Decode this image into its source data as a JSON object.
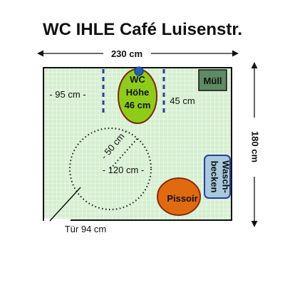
{
  "title": "WC IHLE Café Luisenstr.",
  "dimensions": {
    "width_label": "230 cm",
    "height_label": "180 cm"
  },
  "fixtures": {
    "wc": {
      "line1": "WC",
      "line2": "Höhe",
      "line3": "46 cm"
    },
    "muell": {
      "label": "Müll"
    },
    "waschbecken": {
      "line1": "Wasch-",
      "line2": "becken"
    },
    "pissoir": {
      "label": "Pissoir"
    }
  },
  "measurements": {
    "left_clearance": "- 95 cm -",
    "right_clearance": "45 cm",
    "turning_radius": "- 50 cm -",
    "turning_diameter": "- 120 cm -",
    "door": "Tür 94 cm"
  },
  "colors": {
    "floor": "#d6efd1",
    "floor_grid": "#ffffff",
    "wc": "#8fcc1a",
    "wc_cap": "#1f5fbf",
    "muell": "#5f8a64",
    "waschbecken": "#a9c9dc",
    "pissoir": "#e06a0f",
    "guides": "#2a3fa0"
  }
}
